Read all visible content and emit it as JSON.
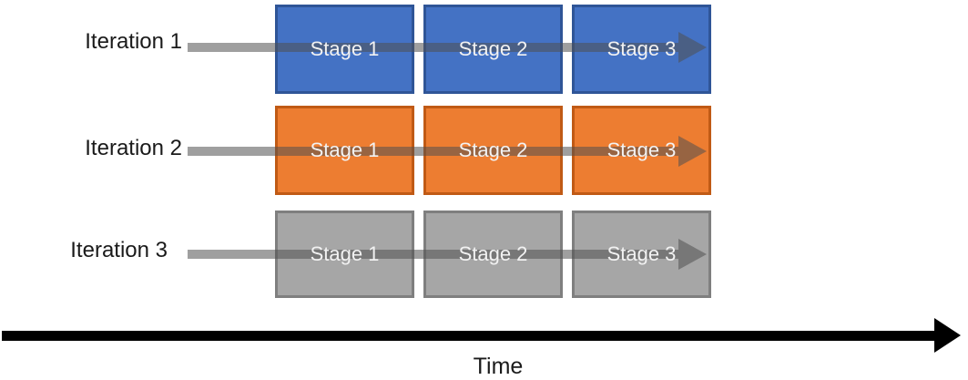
{
  "diagram": {
    "title": "",
    "rows": [
      {
        "label": "Iteration 1",
        "theme": "blue",
        "stages": [
          "Stage 1",
          "Stage 2",
          "Stage 3"
        ]
      },
      {
        "label": "Iteration 2",
        "theme": "orange",
        "stages": [
          "Stage 1",
          "Stage 2",
          "Stage 3"
        ]
      },
      {
        "label": "Iteration 3",
        "theme": "gray",
        "stages": [
          "Stage 1",
          "Stage 2",
          "Stage 3"
        ]
      }
    ],
    "time_axis": {
      "label": "Time"
    },
    "colors": {
      "blue_fill": "#4472C4",
      "blue_border": "#2F5597",
      "orange_fill": "#ED7D31",
      "orange_border": "#C05A15",
      "gray_fill": "#A6A6A6",
      "gray_border": "#7F7F7F",
      "iteration_arrow": "#595959",
      "time_arrow": "#000000",
      "stage_text": "#F2F2F2",
      "label_text": "#1A1A1A",
      "background": "#FFFFFF"
    }
  }
}
